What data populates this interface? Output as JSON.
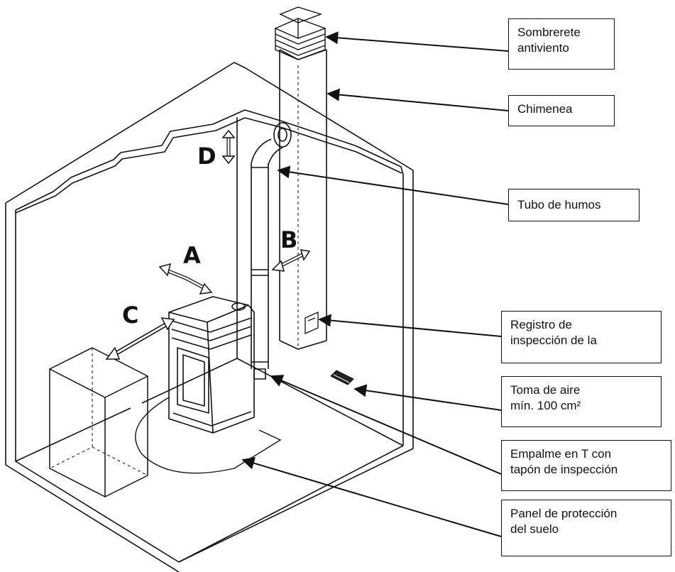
{
  "letters": {
    "a": "A",
    "b": "B",
    "c": "C",
    "d": "D"
  },
  "callouts": [
    {
      "id": "sombrerete",
      "lines": [
        "Sombrerete",
        "antiviento"
      ]
    },
    {
      "id": "chimenea",
      "lines": [
        "Chimenea"
      ]
    },
    {
      "id": "tubo",
      "lines": [
        "Tubo de humos"
      ]
    },
    {
      "id": "registro",
      "lines": [
        "Registro de",
        "inspección de la"
      ]
    },
    {
      "id": "toma",
      "lines": [
        "Toma de aire",
        "mín. 100 cm²"
      ]
    },
    {
      "id": "empalme",
      "lines": [
        "Empalme en T con",
        "tapón de inspección"
      ]
    },
    {
      "id": "panel",
      "lines": [
        "Panel de protección",
        "del suelo"
      ]
    }
  ],
  "colors": {
    "line": "#111111",
    "background": "#ffffff"
  }
}
